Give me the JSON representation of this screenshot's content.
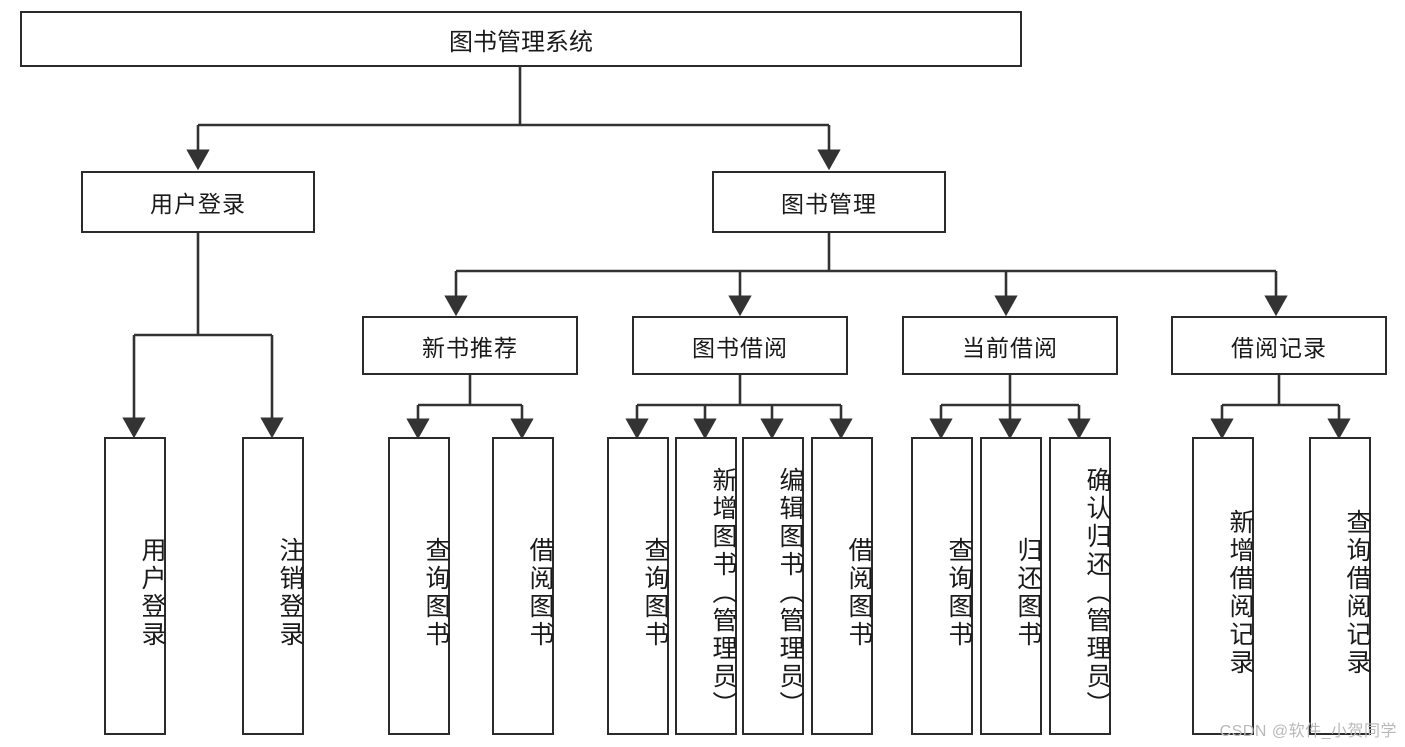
{
  "diagram": {
    "title": "图书管理系统",
    "type": "tree-hierarchy",
    "watermark": "CSDN @软件_小贺同学",
    "colors": {
      "box_border": "#2b2b2b",
      "box_fill": "#ffffff",
      "connector": "#333333",
      "text": "#1a1a1a",
      "watermark": "#b9b9b9",
      "background": "#ffffff"
    },
    "levels": {
      "root": "图书管理系统",
      "level2": [
        "用户登录",
        "图书管理"
      ],
      "level3": [
        "新书推荐",
        "图书借阅",
        "当前借阅",
        "借阅记录"
      ]
    },
    "nodes": {
      "root": {
        "label": "图书管理系统"
      },
      "user_login": {
        "label": "用户登录"
      },
      "book_manage": {
        "label": "图书管理"
      },
      "new_book_rec": {
        "label": "新书推荐"
      },
      "book_borrow": {
        "label": "图书借阅"
      },
      "current_borrow": {
        "label": "当前借阅"
      },
      "borrow_record": {
        "label": "借阅记录"
      },
      "leaf_user_login": {
        "label": "用户登录"
      },
      "leaf_user_logout": {
        "label": "注销登录"
      },
      "leaf_query_book_1": {
        "label": "查询图书"
      },
      "leaf_borrow_book_1": {
        "label": "借阅图书"
      },
      "leaf_query_book_2": {
        "label": "查询图书"
      },
      "leaf_add_book": {
        "label": "新增图书（管理员）"
      },
      "leaf_edit_book": {
        "label": "编辑图书（管理员）"
      },
      "leaf_borrow_book_2": {
        "label": "借阅图书"
      },
      "leaf_query_book_3": {
        "label": "查询图书"
      },
      "leaf_return_book": {
        "label": "归还图书"
      },
      "leaf_confirm_return": {
        "label": "确认归还（管理员）"
      },
      "leaf_add_record": {
        "label": "新增借阅记录"
      },
      "leaf_query_record": {
        "label": "查询借阅记录"
      }
    }
  }
}
